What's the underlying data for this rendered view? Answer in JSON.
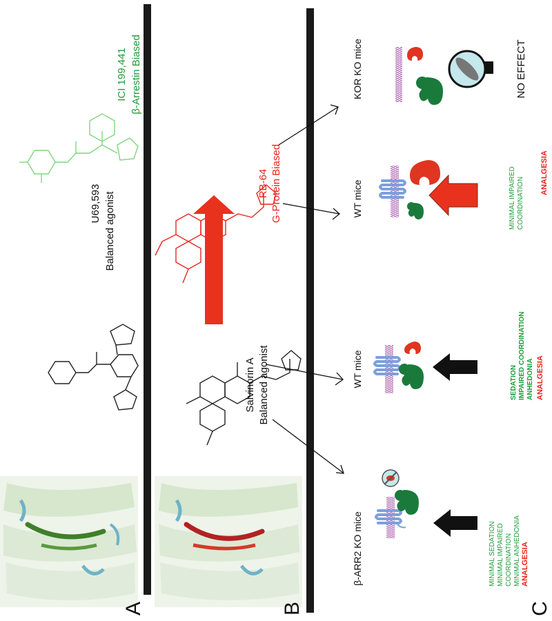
{
  "panel_labels": {
    "a": "A",
    "b": "B",
    "c": "C"
  },
  "panel_a": {
    "u69593_name": "U69,593",
    "u69593_role": "Balanced agonist",
    "ici_name": "ICI 199,441",
    "ici_role": "β-Arrestin Biased"
  },
  "panel_b": {
    "salvinorin_name": "Salvinorin A",
    "salvinorin_role": "Balanced agonist",
    "rb64_name": "RB-64",
    "rb64_role": "G-Protein Biased"
  },
  "panel_c": {
    "barr2_ko": {
      "title": "β-ARR2 KO mice",
      "effects": [
        "MINIMAL SEDATION",
        "MINIMAL IMPAIRED",
        "COORDINATION",
        "MINIMAL ANHEDONIA"
      ],
      "analgesia": "ANALGESIA"
    },
    "wt_salvinorin": {
      "title": "WT mice",
      "effects": [
        "SEDATION",
        "IMPAIRED COORDINATION",
        "ANHEDONIA"
      ],
      "analgesia": "ANALGESIA"
    },
    "wt_rb64": {
      "title": "WT mice",
      "effects": [
        "MINIMAL IMPAIRED",
        "COORDINATION"
      ],
      "analgesia": "ANALGESIA"
    },
    "kor_ko": {
      "title": "KOR KO mice",
      "outcome": "NO EFFECT"
    }
  },
  "colors": {
    "green_text": "#1f9d3a",
    "red_text": "#e8241c",
    "divider": "#1a1a1a",
    "arrow_red": "#e8321e",
    "receptor_blue": "#7f9fdc",
    "membrane_purple": "#b06ab3",
    "arrestin_green": "#1a7a3c",
    "g_protein_red": "#e03520",
    "no_sign_fill": "#c4e8ec"
  }
}
